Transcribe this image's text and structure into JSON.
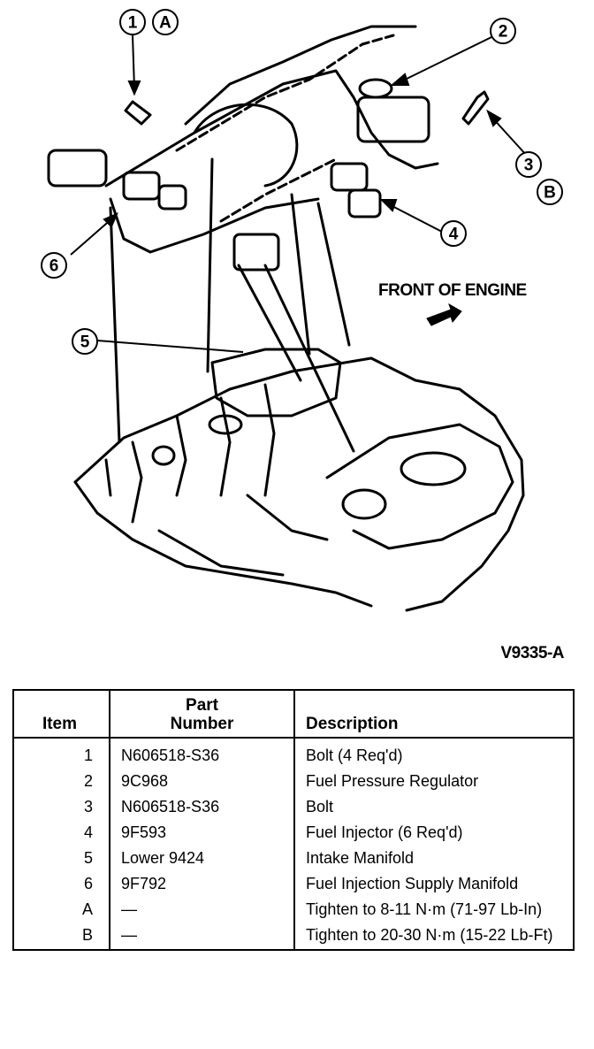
{
  "callouts": {
    "c1": "1",
    "cA": "A",
    "c2": "2",
    "c3": "3",
    "cB": "B",
    "c4": "4",
    "c5": "5",
    "c6": "6"
  },
  "front_label": "FRONT OF ENGINE",
  "figure_code": "V9335-A",
  "table": {
    "headers": {
      "item": "Item",
      "part_line1": "Part",
      "part_line2": "Number",
      "description": "Description"
    },
    "rows": [
      {
        "item": "1",
        "part": "N606518-S36",
        "description": "Bolt (4 Req'd)"
      },
      {
        "item": "2",
        "part": "9C968",
        "description": "Fuel Pressure Regulator"
      },
      {
        "item": "3",
        "part": "N606518-S36",
        "description": "Bolt"
      },
      {
        "item": "4",
        "part": "9F593",
        "description": "Fuel Injector (6 Req'd)"
      },
      {
        "item": "5",
        "part": "Lower 9424",
        "description": "Intake Manifold"
      },
      {
        "item": "6",
        "part": "9F792",
        "description": "Fuel Injection Supply Manifold"
      },
      {
        "item": "A",
        "part": "—",
        "description": "Tighten to 8-11 N·m (71-97 Lb-In)"
      },
      {
        "item": "B",
        "part": "—",
        "description": "Tighten to 20-30 N·m (15-22 Lb-Ft)"
      }
    ]
  }
}
